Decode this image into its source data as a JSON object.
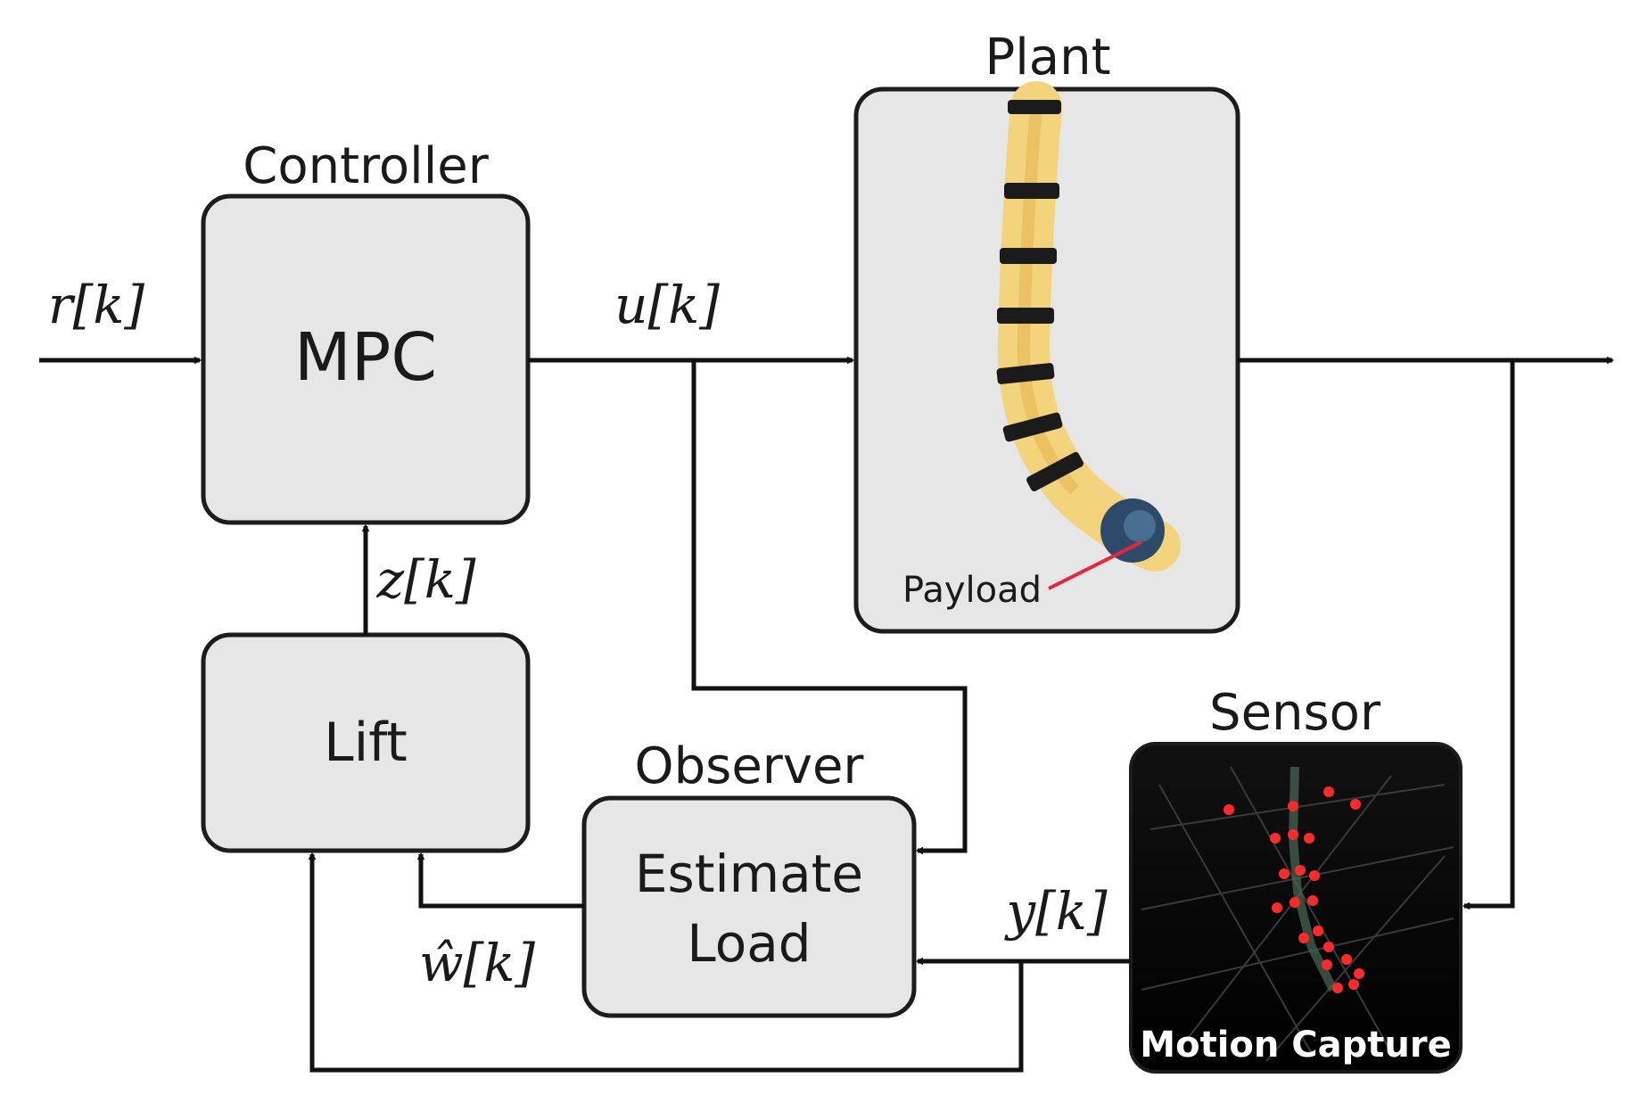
{
  "blocks": {
    "controller": {
      "title": "Controller",
      "label": "MPC"
    },
    "plant": {
      "title": "Plant",
      "annotation": "Payload"
    },
    "lift": {
      "label": "Lift"
    },
    "observer": {
      "title": "Observer",
      "label_line1": "Estimate",
      "label_line2": "Load"
    },
    "sensor": {
      "title": "Sensor",
      "caption": "Motion Capture"
    }
  },
  "signals": {
    "reference": "r[k]",
    "input": "u[k]",
    "lifted_state": "z[k]",
    "measurement": "y[k]",
    "load_estimate": "ŵ[k]"
  },
  "colors": {
    "block_fill": "#e6e6e6",
    "robot_body": "#f3d37c",
    "robot_bands": "#1b1b1b",
    "payload": "#2e4a6a",
    "annotation_line": "#e8253a",
    "sensor_bg": "#050505",
    "marker": "#ff2a2a"
  },
  "icons": {
    "plant_image": "soft-robot-arm-photo",
    "sensor_image": "motion-capture-render"
  }
}
